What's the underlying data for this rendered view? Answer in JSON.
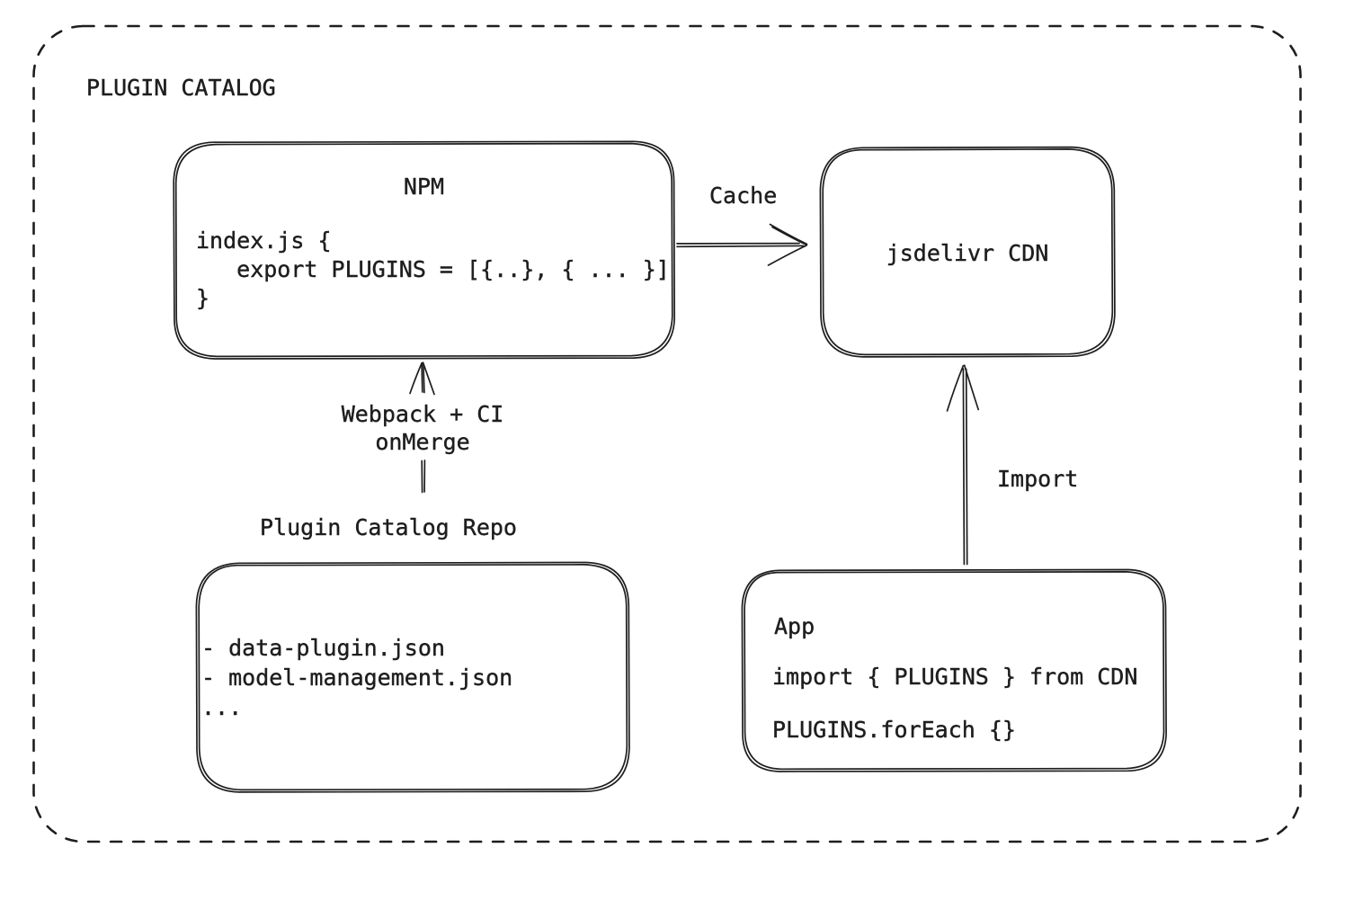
{
  "diagram": {
    "title": "PLUGIN CATALOG",
    "colors": {
      "stroke": "#1e1e1e",
      "background": "#ffffff"
    },
    "nodes": {
      "npm": {
        "title": "NPM",
        "code_lines": [
          "index.js {",
          "   export PLUGINS = [{..}, { ... }]",
          "}"
        ]
      },
      "cdn": {
        "label": "jsdelivr CDN"
      },
      "repo": {
        "title": "Plugin Catalog Repo",
        "items": [
          "- data-plugin.json",
          "- model-management.json",
          "..."
        ]
      },
      "app": {
        "title": "App",
        "lines": [
          "import { PLUGINS } from CDN",
          "PLUGINS.forEach {}"
        ]
      }
    },
    "edges": {
      "cache": {
        "label": "Cache",
        "from": "NPM",
        "to": "jsdelivr CDN"
      },
      "webpack": {
        "label_lines": [
          "Webpack + CI",
          "onMerge"
        ],
        "from": "Plugin Catalog Repo",
        "to": "NPM"
      },
      "import": {
        "label": "Import",
        "from": "App",
        "to": "jsdelivr CDN"
      }
    }
  }
}
